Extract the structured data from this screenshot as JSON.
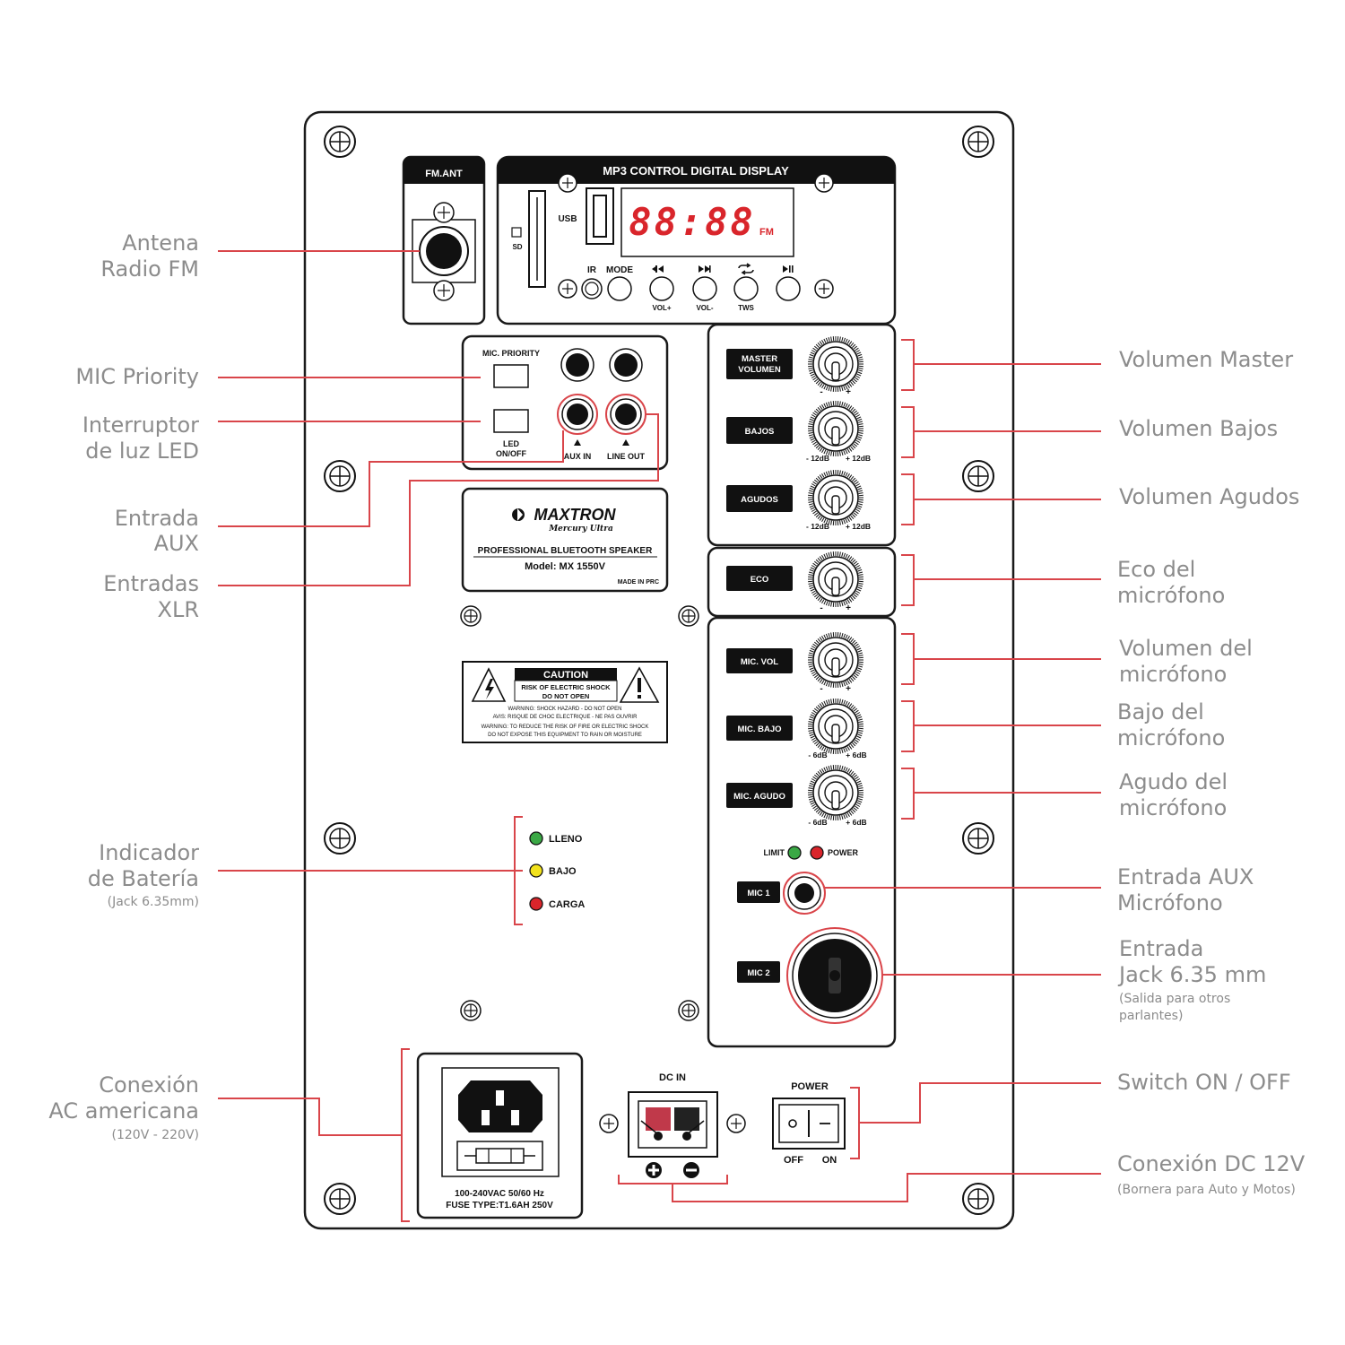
{
  "panel": {
    "fm_ant": "FM.ANT",
    "mp3_title": "MP3 CONTROL DIGITAL DISPLAY",
    "sd": "SD",
    "usb": "USB",
    "display_digits": "88:88",
    "display_band": "FM",
    "ir": "IR",
    "mode": "MODE",
    "vol_plus": "VOL+",
    "vol_minus": "VOL-",
    "tws": "TWS",
    "mic_priority": "MIC. PRIORITY",
    "led_on_off_1": "LED",
    "led_on_off_2": "ON/OFF",
    "aux_in": "AUX IN",
    "line_out": "LINE OUT",
    "brand": "MAXTRON",
    "brand_sub": "Mercury Ultra",
    "product": "PROFESSIONAL BLUETOOTH SPEAKER",
    "model": "Model: MX 1550V",
    "made_in": "MADE IN PRC",
    "caution": {
      "title": "CAUTION",
      "line1": "RISK OF ELECTRIC SHOCK",
      "line2": "DO NOT OPEN",
      "warn1": "WARNING: SHOCK HAZARD - DO NOT OPEN",
      "warn2": "AVIS: RISQUE DE CHOC ELECTRIQUE - NE PAS OUVRIR",
      "warn3": "WARNING: TO REDUCE THE RISK OF FIRE OR ELECTRIC SHOCK",
      "warn4": "DO NOT EXPOSE THIS EQUIPMENT TO RAIN OR MOISTURE"
    },
    "battery": {
      "full": "LLENO",
      "low": "BAJO",
      "charge": "CARGA"
    },
    "knobs": {
      "master_1": "MASTER",
      "master_2": "VOLUMEN",
      "bajos": "BAJOS",
      "agudos": "AGUDOS",
      "eco": "ECO",
      "mic_vol": "MIC. VOL",
      "mic_bajo": "MIC. BAJO",
      "mic_agudo": "MIC. AGUDO",
      "minus": "-",
      "plus": "+",
      "minus_12": "- 12dB",
      "plus_12": "+ 12dB",
      "minus_6": "- 6dB",
      "plus_6": "+ 6dB"
    },
    "limit": "LIMIT",
    "power_led": "POWER",
    "mic1": "MIC 1",
    "mic2": "MIC 2",
    "ac_spec_1": "100-240VAC  50/60 Hz",
    "ac_spec_2": "FUSE TYPE:T1.6AH  250V",
    "dc_in": "DC IN",
    "power": "POWER",
    "off": "OFF",
    "on": "ON"
  },
  "callouts_left": {
    "antena_1": "Antena",
    "antena_2": "Radio FM",
    "mic_priority": "MIC Priority",
    "led_1": "Interruptor",
    "led_2": "de luz LED",
    "aux_1": "Entrada",
    "aux_2": "AUX",
    "xlr_1": "Entradas",
    "xlr_2": "XLR",
    "bat_1": "Indicador",
    "bat_2": "de Batería",
    "bat_3": "(Jack 6.35mm)",
    "ac_1": "Conexión",
    "ac_2": "AC americana",
    "ac_3": "(120V - 220V)"
  },
  "callouts_right": {
    "master": "Volumen Master",
    "bajos": "Volumen Bajos",
    "agudos": "Volumen Agudos",
    "eco_1": "Eco del",
    "eco_2": "micrófono",
    "micvol_1": "Volumen del",
    "micvol_2": "micrófono",
    "micbajo_1": "Bajo del",
    "micbajo_2": "micrófono",
    "micagudo_1": "Agudo del",
    "micagudo_2": "micrófono",
    "auxmic_1": "Entrada AUX",
    "auxmic_2": "Micrófono",
    "jack_1": "Entrada",
    "jack_2": "Jack 6.35 mm",
    "jack_3": "(Salida para otros",
    "jack_4": "parlantes)",
    "switch": "Switch ON / OFF",
    "dc_1": "Conexión DC 12V",
    "dc_2": "(Bornera para Auto y Motos)"
  },
  "colors": {
    "accent": "#d9454a",
    "callout_text": "#8c8c8c",
    "display_digits": "#d9252b",
    "led_green": "#3aa845",
    "led_yellow": "#f2e21c",
    "led_red": "#d9252b"
  }
}
